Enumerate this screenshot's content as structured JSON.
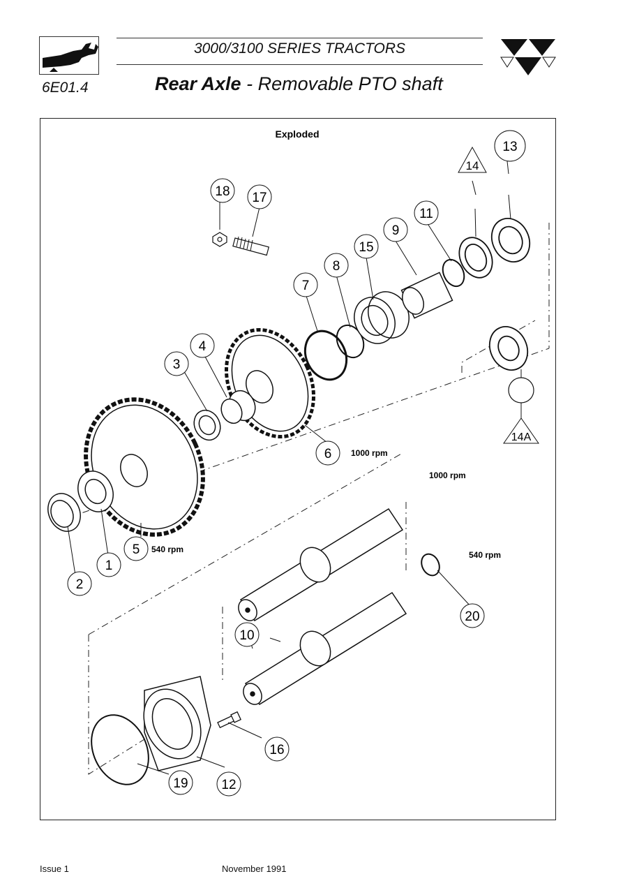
{
  "header": {
    "page_code": "6E01.4",
    "series_title": "3000/3100 SERIES TRACTORS",
    "title_bold": "Rear Axle",
    "title_rest": " - Removable PTO shaft"
  },
  "diagram": {
    "view_label": "Exploded",
    "speed_labels": {
      "gear_1000": "1000 rpm",
      "shaft_1000": "1000 rpm",
      "gear_540": "540 rpm",
      "shaft_540": "540 rpm"
    },
    "callouts": [
      "1",
      "2",
      "3",
      "4",
      "5",
      "6",
      "7",
      "8",
      "9",
      "10",
      "11",
      "12",
      "13",
      "14",
      "14A",
      "15",
      "16",
      "17",
      "18",
      "19",
      "20"
    ]
  },
  "footer": {
    "issue": "Issue 1",
    "date": "November 1991"
  }
}
